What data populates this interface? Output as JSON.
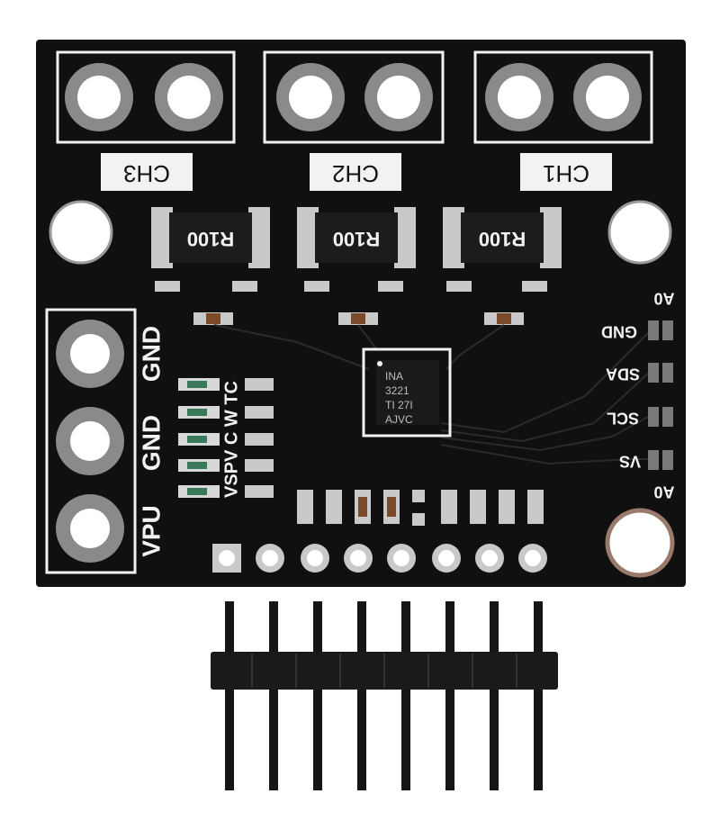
{
  "board": {
    "channels": [
      {
        "id": "ch3",
        "label": "CH3"
      },
      {
        "id": "ch2",
        "label": "CH2"
      },
      {
        "id": "ch1",
        "label": "CH1"
      }
    ],
    "shunt_label": "R100",
    "chip_lines": [
      "INA",
      "3221",
      "TI 27I",
      "AJVC"
    ],
    "left_terminal_labels": [
      "GND",
      "GND",
      "VPU"
    ],
    "led_labels": "VSPV C W TC",
    "right_pads": [
      "GND",
      "SDA",
      "SCL",
      "VS"
    ],
    "address_label_top": "A0",
    "address_label_bottom": "A0",
    "colors": {
      "pcb": "#101010",
      "silkscreen": "#f2f2f2",
      "pad_metal": "#c9c9c9",
      "pad_ring": "#8a8a8a",
      "pin_header": "#151515"
    }
  }
}
